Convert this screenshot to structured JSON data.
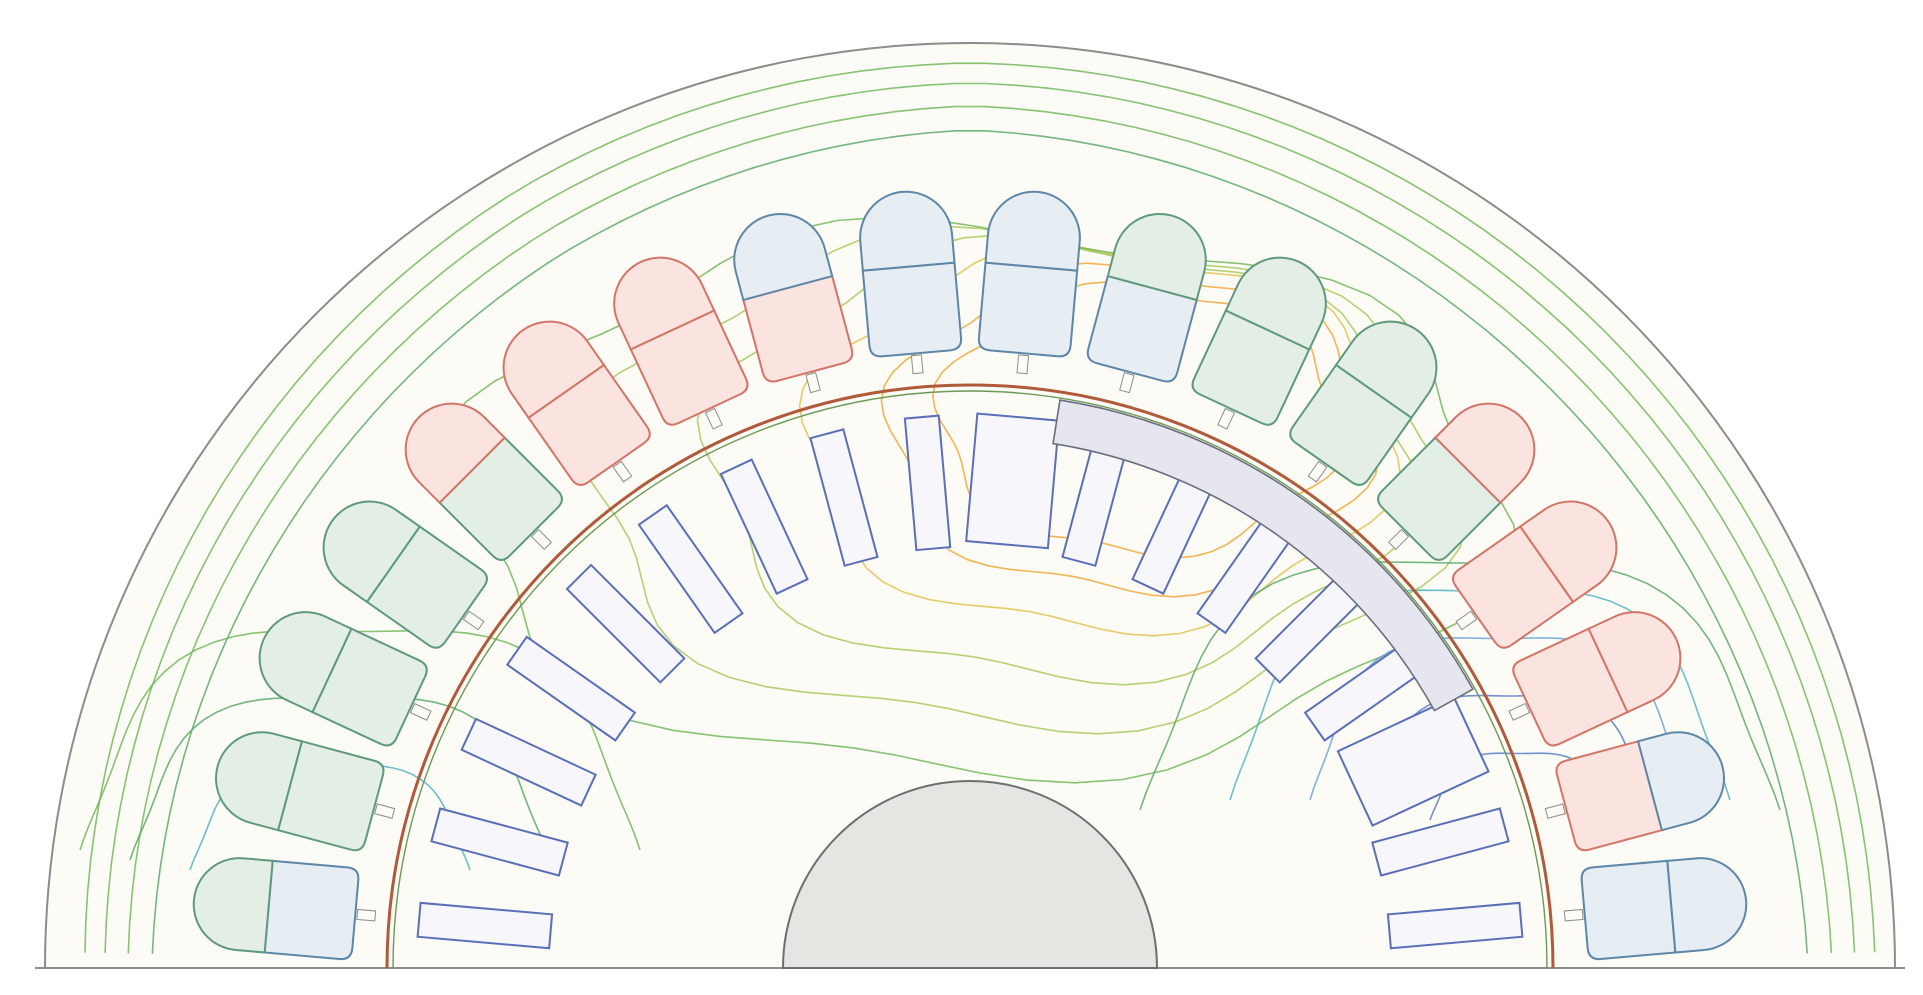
{
  "diagram": {
    "kind": "half-section of electric machine with magnetic flux lines",
    "stator_slots": {
      "count": 18,
      "phase_colors": {
        "a": "#fbe3df",
        "b": "#e3efe6",
        "c": "#e6eef4"
      },
      "phase_outlines": {
        "a": "#d27567",
        "b": "#5e9a7a",
        "c": "#5d86a8"
      },
      "layers": [
        [
          "c",
          "b"
        ],
        [
          "b",
          "b"
        ],
        [
          "b",
          "b"
        ],
        [
          "b",
          "b"
        ],
        [
          "b",
          "a"
        ],
        [
          "a",
          "a"
        ],
        [
          "a",
          "a"
        ],
        [
          "a",
          "c"
        ],
        [
          "c",
          "c"
        ],
        [
          "c",
          "c"
        ],
        [
          "c",
          "b"
        ],
        [
          "b",
          "b"
        ],
        [
          "b",
          "b"
        ],
        [
          "b",
          "a"
        ],
        [
          "a",
          "a"
        ],
        [
          "a",
          "a"
        ],
        [
          "a",
          "c"
        ],
        [
          "c",
          "c"
        ]
      ]
    },
    "rotor": {
      "bar_count": 18,
      "highlighted_pole_color": "#e6e7ee",
      "shaft_color": "#e6e5e2"
    },
    "colors": {
      "background": "#fcfbf6",
      "outline": "#8c8c8c",
      "rotor_bar_outline": "#5a6fb8",
      "air_gap": "#b05a3a"
    },
    "flux_line_colors": [
      "#f0a83a",
      "#e3c24f",
      "#a8c95a",
      "#72b85a",
      "#5aaa6a",
      "#54b4c4",
      "#6aa4d6",
      "#5a7cc8"
    ]
  }
}
